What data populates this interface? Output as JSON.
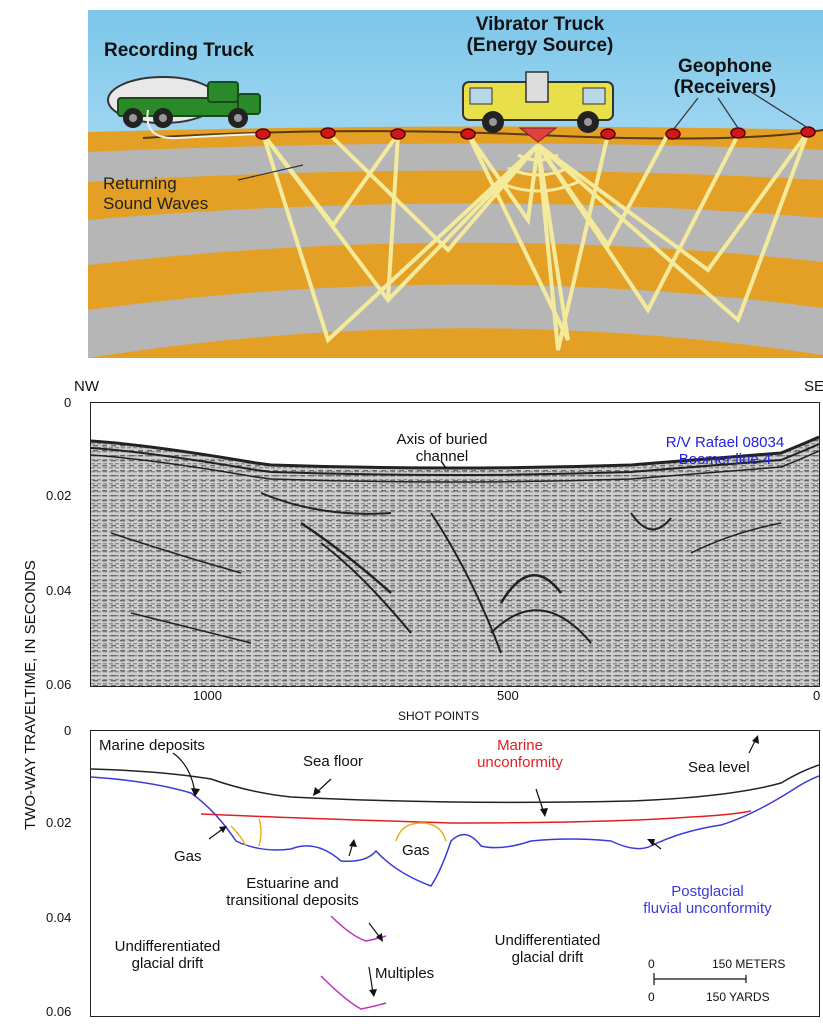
{
  "diagram": {
    "recording_truck": "Recording Truck",
    "vibrator_truck_line1": "Vibrator Truck",
    "vibrator_truck_line2": "(Energy Source)",
    "geophone_line1": "Geophone",
    "geophone_line2": "(Receivers)",
    "returning_line1": "Returning",
    "returning_line2": "Sound Waves"
  },
  "profile": {
    "nw": "NW",
    "se": "SE",
    "axis_label_line1": "Axis of buried",
    "axis_label_line2": "channel",
    "vessel_line1": "R/V Rafael 08034",
    "vessel_line2": "Boomer line 4",
    "y_ticks": [
      "0",
      "0.02",
      "0.04",
      "0.06"
    ],
    "x_ticks": [
      "1000",
      "500",
      "0"
    ],
    "x_axis_label": "SHOT POINTS",
    "y_axis_label": "TWO-WAY TRAVELTIME, IN SECONDS"
  },
  "interpretation": {
    "y_ticks": [
      "0",
      "0.02",
      "0.04",
      "0.06"
    ],
    "marine_deposits": "Marine deposits",
    "sea_floor": "Sea floor",
    "marine_unconf_line1": "Marine",
    "marine_unconf_line2": "unconformity",
    "sea_level": "Sea level",
    "gas_left": "Gas",
    "gas_center": "Gas",
    "estuarine_line1": "Estuarine and",
    "estuarine_line2": "transitional deposits",
    "postglacial_line1": "Postglacial",
    "postglacial_line2": "fluvial unconformity",
    "undiff_left_line1": "Undifferentiated",
    "undiff_left_line2": "glacial drift",
    "undiff_right_line1": "Undifferentiated",
    "undiff_right_line2": "glacial drift",
    "multiples": "Multiples",
    "scale_meters_zero": "0",
    "scale_meters": "150 METERS",
    "scale_yards_zero": "0",
    "scale_yards": "150 YARDS"
  },
  "colors": {
    "sky": "#9fd6ee",
    "sand": "#e3a024",
    "grey_layer": "#b6b6b6",
    "ray": "#f4ea9c",
    "geophone": "#d01818",
    "marine_unconformity": "#e02020",
    "fluvial_unconformity": "#3a3ad8",
    "gas": "#e8b020",
    "multiples": "#c030c0",
    "vessel_text": "#2222dd"
  }
}
